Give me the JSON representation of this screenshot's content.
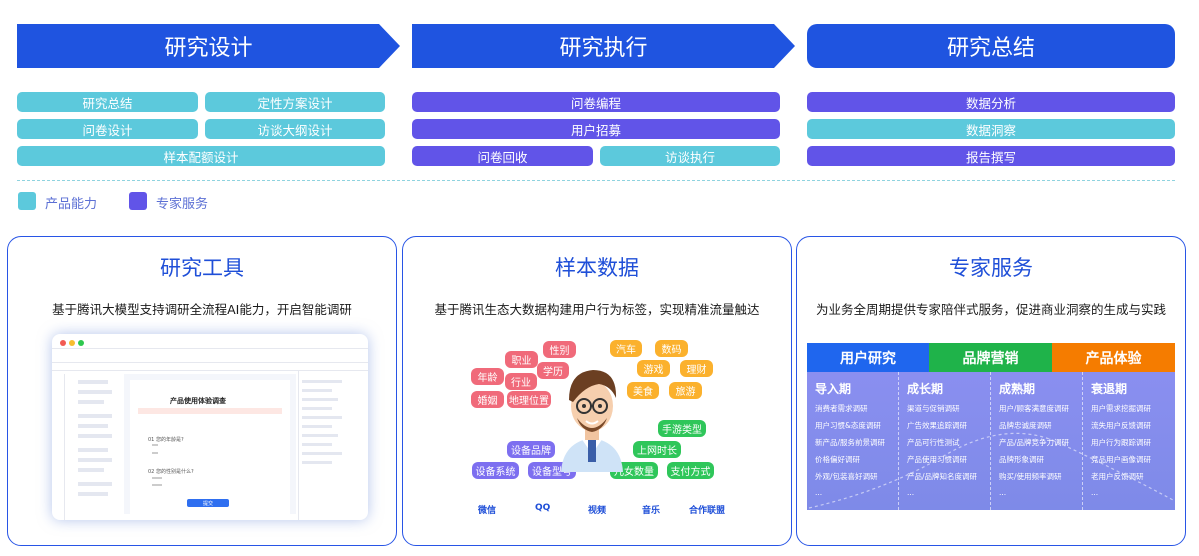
{
  "phases": [
    "研究设计",
    "研究执行",
    "研究总结"
  ],
  "design_items": [
    "研究总结",
    "定性方案设计",
    "问卷设计",
    "访谈大纲设计",
    "样本配额设计"
  ],
  "exec_items": [
    "问卷编程",
    "用户招募",
    "问卷回收",
    "访谈执行"
  ],
  "summary_items": [
    "数据分析",
    "数据洞察",
    "报告撰写"
  ],
  "legend": {
    "product": "产品能力",
    "expert": "专家服务"
  },
  "colors": {
    "primary": "#1f54e0",
    "teal": "#5cc9dc",
    "purple": "#6154e8"
  },
  "cards": {
    "tools": {
      "title": "研究工具",
      "desc": "基于腾讯大模型支持调研全流程AI能力，开启智能调研"
    },
    "sample": {
      "title": "样本数据",
      "desc": "基于腾讯生态大数据构建用户行为标签，实现精准流量触达"
    },
    "expert": {
      "title": "专家服务",
      "desc": "为业务全周期提供专家陪伴式服务，促进商业洞察的生成与实践"
    }
  },
  "mockup": {
    "survey_title": "产品使用体验调查",
    "q1": "01 您的年龄是?",
    "q2": "02 您的性别是什么?",
    "submit": "提交"
  },
  "tags": {
    "pink": [
      "性别",
      "职业",
      "学历",
      "年龄",
      "行业",
      "婚姻",
      "地理位置"
    ],
    "orange": [
      "汽车",
      "数码",
      "游戏",
      "理财",
      "美食",
      "旅游"
    ],
    "green": [
      "手游类型",
      "上网时长",
      "儿女数量",
      "支付方式"
    ],
    "violet": [
      "设备品牌",
      "设备系统",
      "设备型号"
    ]
  },
  "platforms": [
    "微信",
    "QQ",
    "视频",
    "音乐",
    "合作联盟"
  ],
  "service_table": {
    "headers": [
      "用户研究",
      "品牌营销",
      "产品体验"
    ],
    "columns": [
      {
        "title": "导入期",
        "items": [
          "消费者需求调研",
          "用户习惯&态度调研",
          "新产品/服务前景调研",
          "价格偏好调研",
          "外观/包装喜好调研",
          "..."
        ]
      },
      {
        "title": "成长期",
        "items": [
          "渠道与促销调研",
          "广告效果追踪调研",
          "产品可行性测试",
          "产品使用习惯调研",
          "产品/品牌知名度调研",
          "..."
        ]
      },
      {
        "title": "成熟期",
        "items": [
          "用户/顾客满意度调研",
          "品牌忠诚度调研",
          "产品/品牌竞争力调研",
          "品牌形象调研",
          "购买/使用频率调研",
          "..."
        ]
      },
      {
        "title": "衰退期",
        "items": [
          "用户需求挖掘调研",
          "流失用户反馈调研",
          "用户行为跟踪调研",
          "竞品用户画像调研",
          "老用户反馈调研",
          "..."
        ]
      }
    ]
  }
}
